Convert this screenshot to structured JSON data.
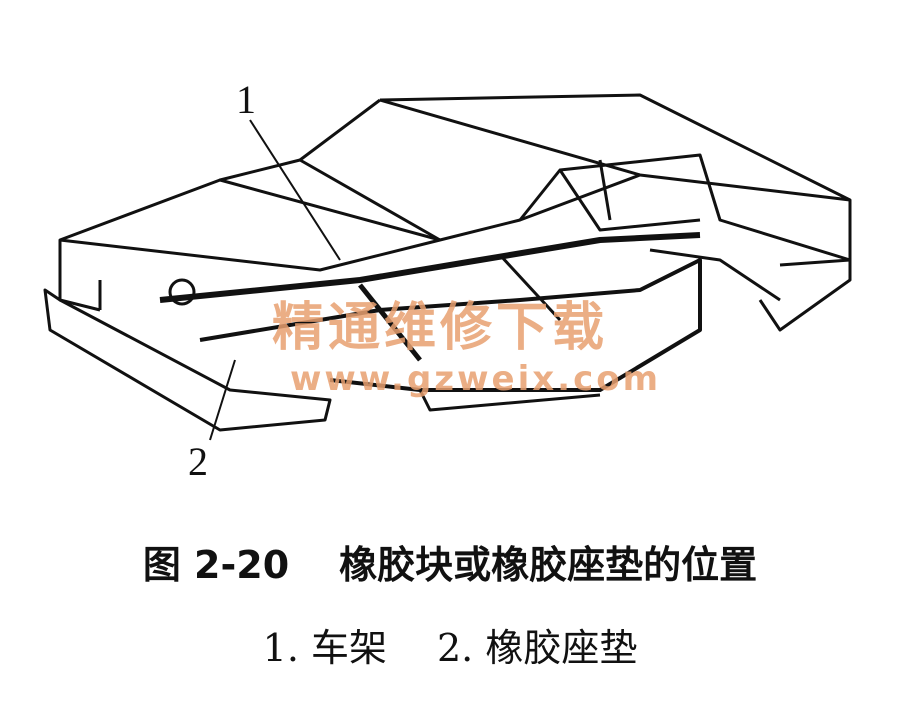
{
  "figure": {
    "callouts": [
      "1",
      "2"
    ],
    "watermark": {
      "title": "精通维修下载",
      "url": "www.gzweix.com"
    }
  },
  "caption": {
    "number": "图 2-20",
    "title": "橡胶块或橡胶座垫的位置"
  },
  "legend": [
    "1. 车架",
    "2. 橡胶座垫"
  ]
}
